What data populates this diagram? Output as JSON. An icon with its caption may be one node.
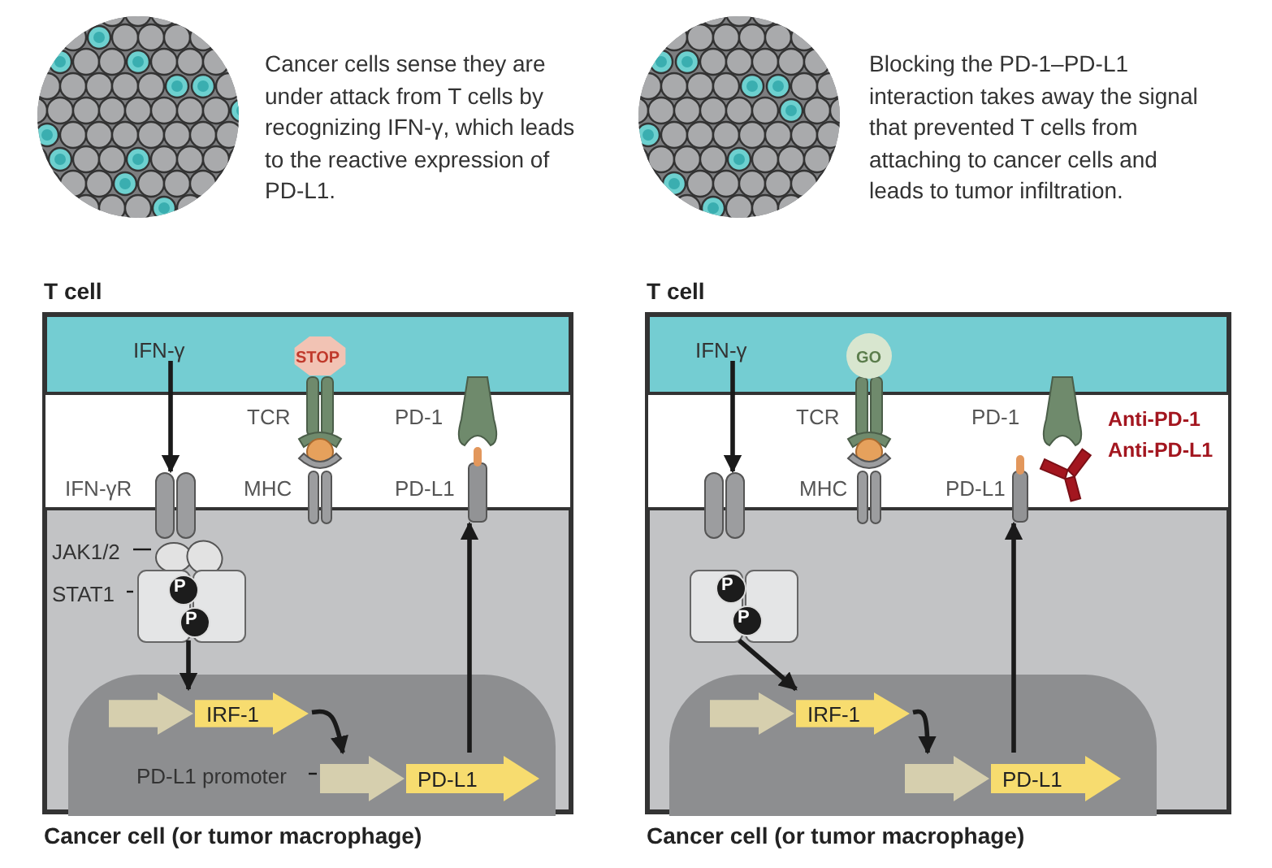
{
  "diagram": {
    "nodes": [
      {
        "text": [
          "T cell"
        ]
      },
      {
        "text": [
          "Cancer cell (or tumor macrophage)"
        ]
      },
      {
        "text": [],
        "shape": "box",
        "in": 1
      },
      {
        "text": [
          "IFN-γ"
        ],
        "in": 0
      },
      {
        "text": [],
        "shape": "picture"
      },
      {
        "text": [
          "JAK1/2"
        ],
        "in": 1
      },
      {
        "text": [],
        "shape": "circle",
        "in": 1
      },
      {
        "text": [
          "STAT1"
        ],
        "in": 1
      },
      {
        "text": [],
        "shape": "picture",
        "in": 1
      },
      {
        "text": [
          "IRF-1"
        ],
        "in": 2
      },
      {
        "text": [
          "PD-L1 promoter"
        ],
        "in": 2
      },
      {
        "text": [
          "PD-L1"
        ],
        "in": 2
      },
      {
        "text": [],
        "shape": "bar",
        "beside": [
          "PD-L1"
        ]
      },
      {
        "text": [
          "T cell"
        ]
      },
      {
        "text": [
          "Cancer cell (or tumor macrophage)"
        ]
      },
      {
        "text": [],
        "shape": "box",
        "in": 14
      },
      {
        "text": [
          "IFN-γ"
        ],
        "in": 13
      },
      {
        "text": [],
        "shape": "picture"
      },
      {
        "text": [],
        "shape": "picture",
        "in": 14
      },
      {
        "text": [
          "IRF-1"
        ],
        "in": 15
      },
      {
        "text": [
          "PD-L1"
        ],
        "in": 15
      },
      {
        "text": [],
        "shape": "bar",
        "beside": [
          "PD-L1"
        ]
      }
    ],
    "edges": [
      {
        "from": 3,
        "to": 4,
        "arrow": "to"
      },
      {
        "from": 5,
        "to": 6,
        "arrow": "none"
      },
      {
        "from": 7,
        "to": 8,
        "arrow": "none"
      },
      {
        "from": 8,
        "to": 9,
        "arrow": "to"
      },
      {
        "from": 9,
        "to": 11,
        "arrow": "to"
      },
      {
        "from": 10,
        "to": 11,
        "arrow": "none"
      },
      {
        "from": 11,
        "to": 12,
        "arrow": "to"
      },
      {
        "from": 16,
        "to": 17,
        "arrow": "to"
      },
      {
        "from": 18,
        "to": 19,
        "arrow": "to"
      },
      {
        "from": 19,
        "to": 20,
        "arrow": "to"
      },
      {
        "from": 20,
        "to": 21,
        "arrow": "to"
      }
    ],
    "labels": [
      "Cancer cells sense they are under attack from T cells by recognizing IFN-γ, which leads to the reactive expression of PD-L1.",
      "Blocking the PD-1–PD-L1 interaction takes away the signal that prevented T cells from attaching to cancer cells and leads to tumor infiltration.",
      "STOP",
      "TCR",
      "PD-1",
      "IFN-γR",
      "MHC",
      "P",
      "P",
      "GO",
      "TCR",
      "PD-1",
      "Anti-PD-1",
      "Anti-PD-L1",
      "MHC",
      "P",
      "P"
    ]
  }
}
